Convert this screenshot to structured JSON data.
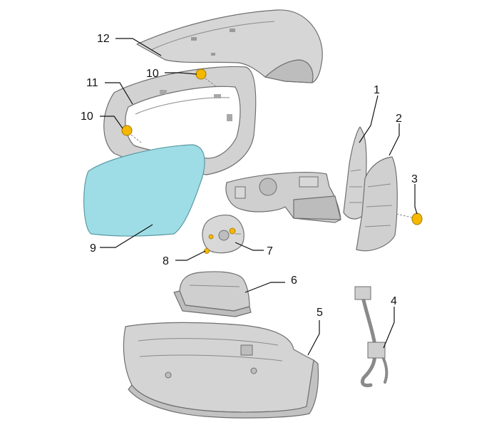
{
  "diagram": {
    "colors": {
      "part_fill": "#d4d4d4",
      "part_shade": "#bdbdbd",
      "part_light": "#e6e6e6",
      "part_stroke": "#6f6f6f",
      "glass": "#9fdde6",
      "clip": "#f5b800"
    },
    "callouts": {
      "c1": "1",
      "c2": "2",
      "c3": "3",
      "c4": "4",
      "c5": "5",
      "c6": "6",
      "c7": "7",
      "c8": "8",
      "c9": "9",
      "c10a": "10",
      "c10b": "10",
      "c11": "11",
      "c12": "12"
    }
  }
}
